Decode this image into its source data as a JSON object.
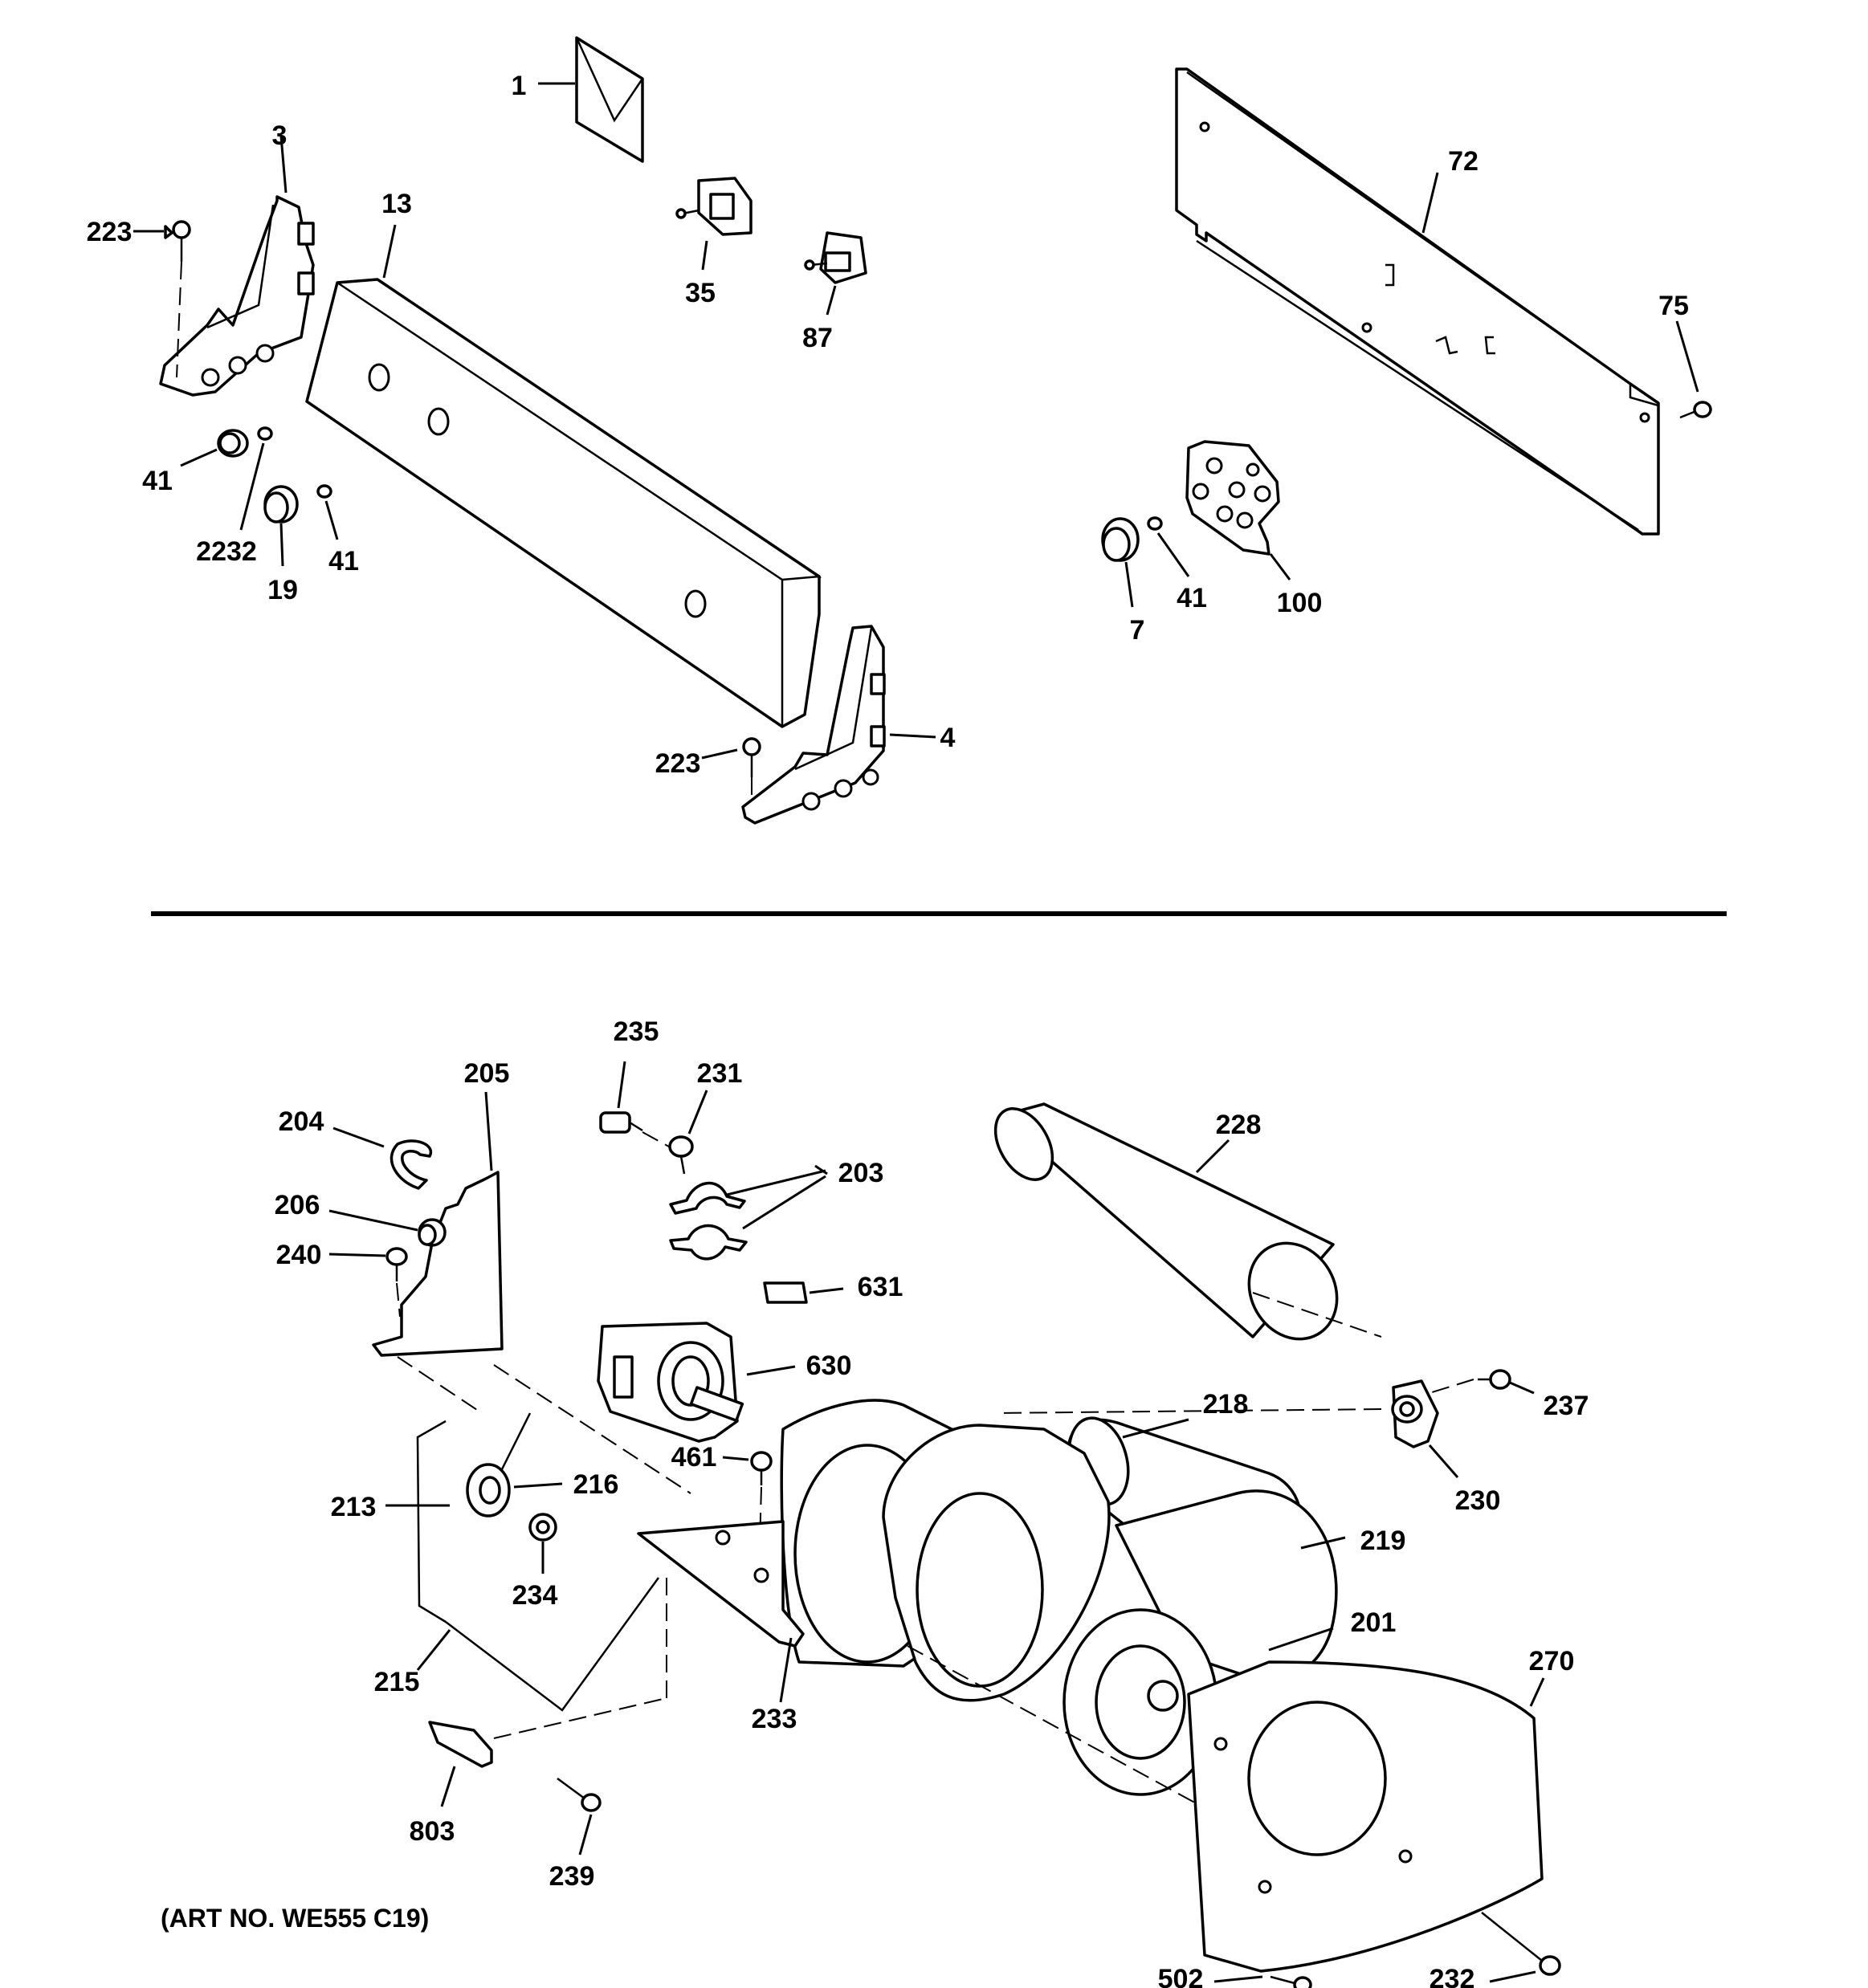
{
  "top_section": {
    "labels": {
      "p1": "1",
      "p3": "3",
      "p223a": "223",
      "p13": "13",
      "p35": "35",
      "p87": "87",
      "p41a": "41",
      "p2232": "2232",
      "p19": "19",
      "p41b": "41",
      "p223b": "223",
      "p4": "4",
      "p72": "72",
      "p75": "75",
      "p7": "7",
      "p41c": "41",
      "p100": "100"
    }
  },
  "bottom_section": {
    "labels": {
      "p235": "235",
      "p231": "231",
      "p203": "203",
      "p205": "205",
      "p204": "204",
      "p206": "206",
      "p240": "240",
      "p228": "228",
      "p631": "631",
      "p630": "630",
      "p218": "218",
      "p237": "237",
      "p461": "461",
      "p216": "216",
      "p213": "213",
      "p230": "230",
      "p219": "219",
      "p234": "234",
      "p201": "201",
      "p215": "215",
      "p270": "270",
      "p233": "233",
      "p803": "803",
      "p239": "239",
      "p502": "502",
      "p232": "232"
    }
  },
  "art_number": "(ART NO. WE555 C19)"
}
